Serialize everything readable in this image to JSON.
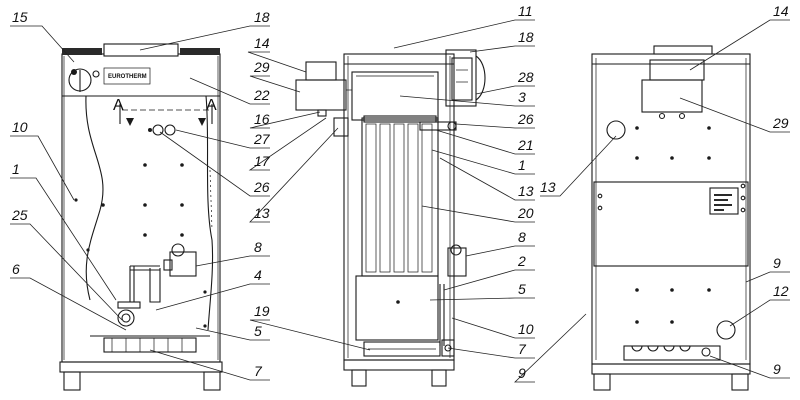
{
  "section_mark": "A",
  "logo_text": "EUROTHERM",
  "views": {
    "front": {
      "labels": [
        "15",
        "18",
        "14",
        "29",
        "22",
        "10",
        "16",
        "27",
        "1",
        "17",
        "26",
        "25",
        "13",
        "8",
        "6",
        "4",
        "5",
        "19",
        "7"
      ]
    },
    "side": {
      "labels": [
        "11",
        "18",
        "28",
        "3",
        "26",
        "21",
        "1",
        "13",
        "20",
        "8",
        "2",
        "5",
        "10",
        "7",
        "9"
      ]
    },
    "rear": {
      "labels": [
        "14",
        "29",
        "13",
        "9",
        "12",
        "9"
      ]
    }
  }
}
